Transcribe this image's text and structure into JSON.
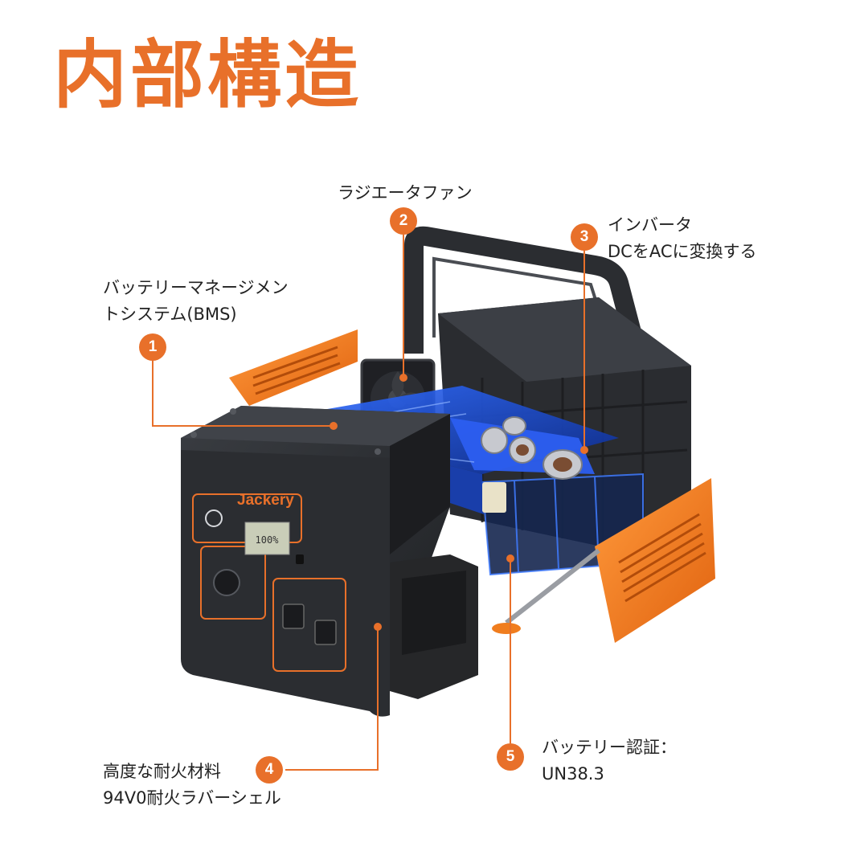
{
  "title": "内部構造",
  "colors": {
    "accent": "#e8702a",
    "leader_line": "#e8702a",
    "body_dark": "#2d2f33",
    "circuit_blue": "#1d4fd8",
    "panel_orange": "#f07d1e"
  },
  "product": {
    "brand": "Jackery",
    "lcd_reading": "100%",
    "icons": [
      "power-button-icon",
      "ac-outlet-icon",
      "usb-port-icon",
      "fan-icon"
    ]
  },
  "callouts": [
    {
      "number": "1",
      "lines": [
        "バッテリーマネージメン",
        "トシステム(BMS)"
      ]
    },
    {
      "number": "2",
      "lines": [
        "ラジエータファン"
      ]
    },
    {
      "number": "3",
      "lines": [
        "インバータ",
        "DCをACに変換する"
      ]
    },
    {
      "number": "4",
      "lines": [
        "高度な耐火材料",
        "94V0耐火ラバーシェル"
      ]
    },
    {
      "number": "5",
      "lines": [
        "バッテリー認証：",
        "UN38.3"
      ]
    }
  ]
}
